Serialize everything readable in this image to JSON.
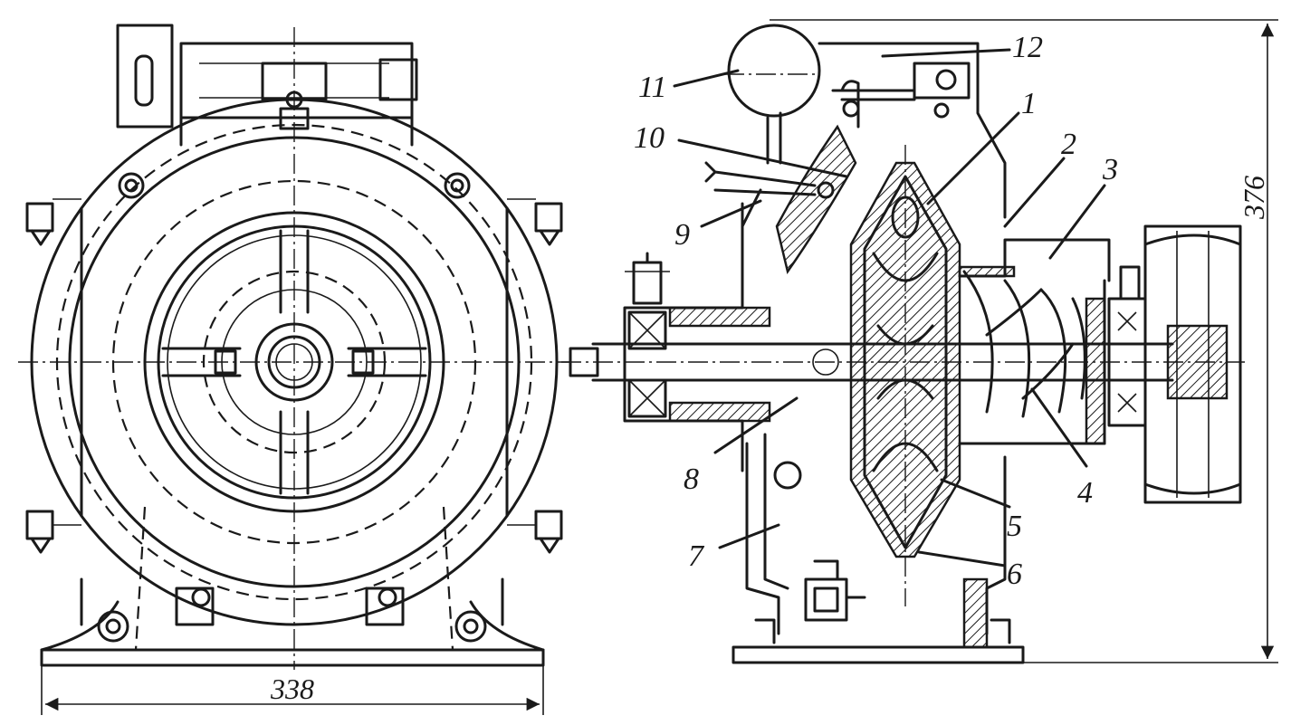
{
  "callouts": [
    {
      "id": "1",
      "text": "1"
    },
    {
      "id": "2",
      "text": "2"
    },
    {
      "id": "3",
      "text": "3"
    },
    {
      "id": "4",
      "text": "4"
    },
    {
      "id": "5",
      "text": "5"
    },
    {
      "id": "6",
      "text": "6"
    },
    {
      "id": "7",
      "text": "7"
    },
    {
      "id": "8",
      "text": "8"
    },
    {
      "id": "9",
      "text": "9"
    },
    {
      "id": "10",
      "text": "10"
    },
    {
      "id": "11",
      "text": "11"
    },
    {
      "id": "12",
      "text": "12"
    }
  ],
  "dimensions": {
    "width": "338",
    "height": "376"
  },
  "colors": {
    "ink": "#1a1a1a",
    "paper": "#ffffff"
  }
}
